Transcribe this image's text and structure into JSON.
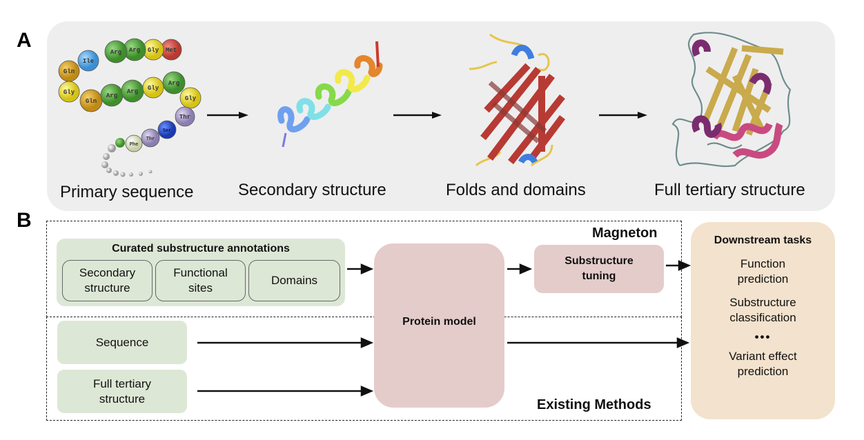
{
  "panel_a": {
    "letter": "A",
    "stages": [
      {
        "label": "Primary sequence"
      },
      {
        "label": "Secondary structure"
      },
      {
        "label": "Folds and domains"
      },
      {
        "label": "Full tertiary structure"
      }
    ],
    "residues": [
      "Met",
      "Gly",
      "Arg",
      "Arg",
      "Ile",
      "Gln",
      "Gly",
      "Gln",
      "Arg",
      "Arg",
      "Gly",
      "Arg",
      "Gly",
      "Thr",
      "Ser",
      "Thr",
      "Phe"
    ],
    "colors": {
      "background": "#eeeeee",
      "helix_colors": [
        "#6fa0ef",
        "#7fe0e8",
        "#86d94a",
        "#f2e94a",
        "#e3862c",
        "#cc3a2a"
      ],
      "barrel": "#b83a34",
      "loop": "#e5c64d",
      "alpha": "#3f7ee0",
      "tertiary_strand": "#c9aa4c",
      "tertiary_helix_a": "#c94a80",
      "tertiary_helix_b": "#7a2c6e",
      "tertiary_coil": "#6f8c8c"
    }
  },
  "panel_b": {
    "letter": "B",
    "magneton_label": "Magneton",
    "existing_label": "Existing Methods",
    "curated": {
      "title": "Curated substructure annotations",
      "items": [
        "Secondary\nstructure",
        "Functional\nsites",
        "Domains"
      ]
    },
    "sequence_label": "Sequence",
    "tertiary_label": "Full tertiary\nstructure",
    "protein_model_label": "Protein model",
    "tuning_label": "Substructure\ntuning",
    "downstream": {
      "title": "Downstream tasks",
      "items": [
        "Function\nprediction",
        "Substructure\nclassification",
        "•••",
        "Variant effect\nprediction"
      ]
    },
    "colors": {
      "input_green": "#dde7d6",
      "model_rose": "#e4cccb",
      "downstream_peach": "#f3e2cd"
    }
  }
}
